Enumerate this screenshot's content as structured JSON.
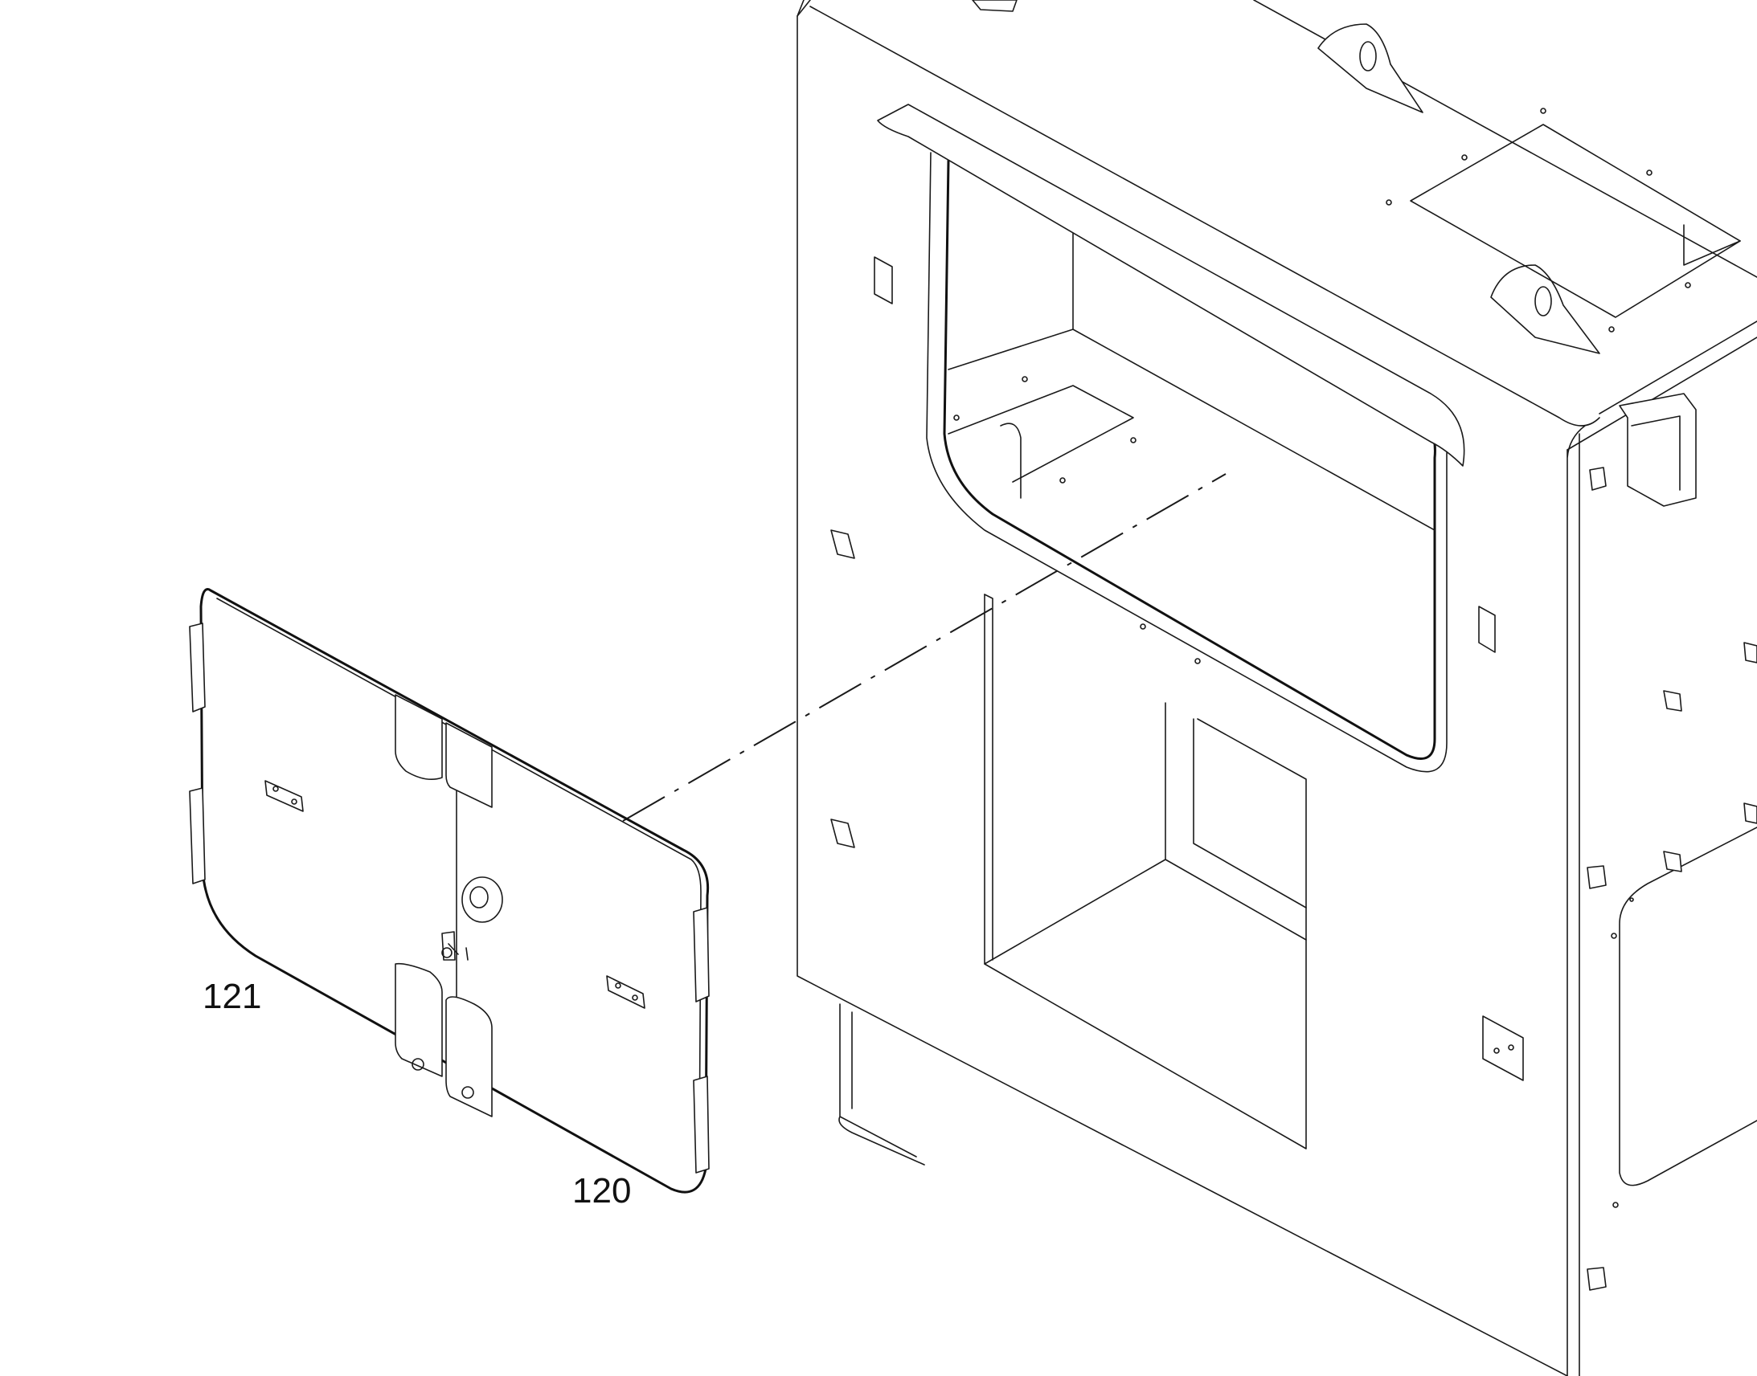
{
  "figure": {
    "type": "exploded-assembly-drawing",
    "callouts": [
      {
        "id": "121"
      },
      {
        "id": "120"
      }
    ],
    "colors": {
      "line": "#1a1a1a",
      "background": "#ffffff"
    }
  }
}
